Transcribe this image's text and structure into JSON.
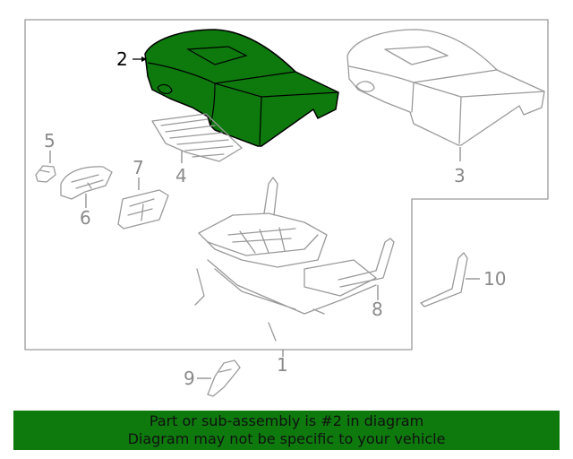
{
  "diagram": {
    "callouts": {
      "c1": "1",
      "c2": "2",
      "c3": "3",
      "c4": "4",
      "c5": "5",
      "c6": "6",
      "c7": "7",
      "c8": "8",
      "c9": "9",
      "c10": "10"
    },
    "highlight_part": "2",
    "colors": {
      "highlight_fill": "#0e7a0e",
      "line": "#9a9a9a",
      "callout_text": "#8a8a8a",
      "active_text": "#000000",
      "banner_bg": "#0e7a0e"
    }
  },
  "banner": {
    "line1": "Part or sub-assembly is #2 in diagram",
    "line2": "Diagram may not be specific to your vehicle"
  }
}
